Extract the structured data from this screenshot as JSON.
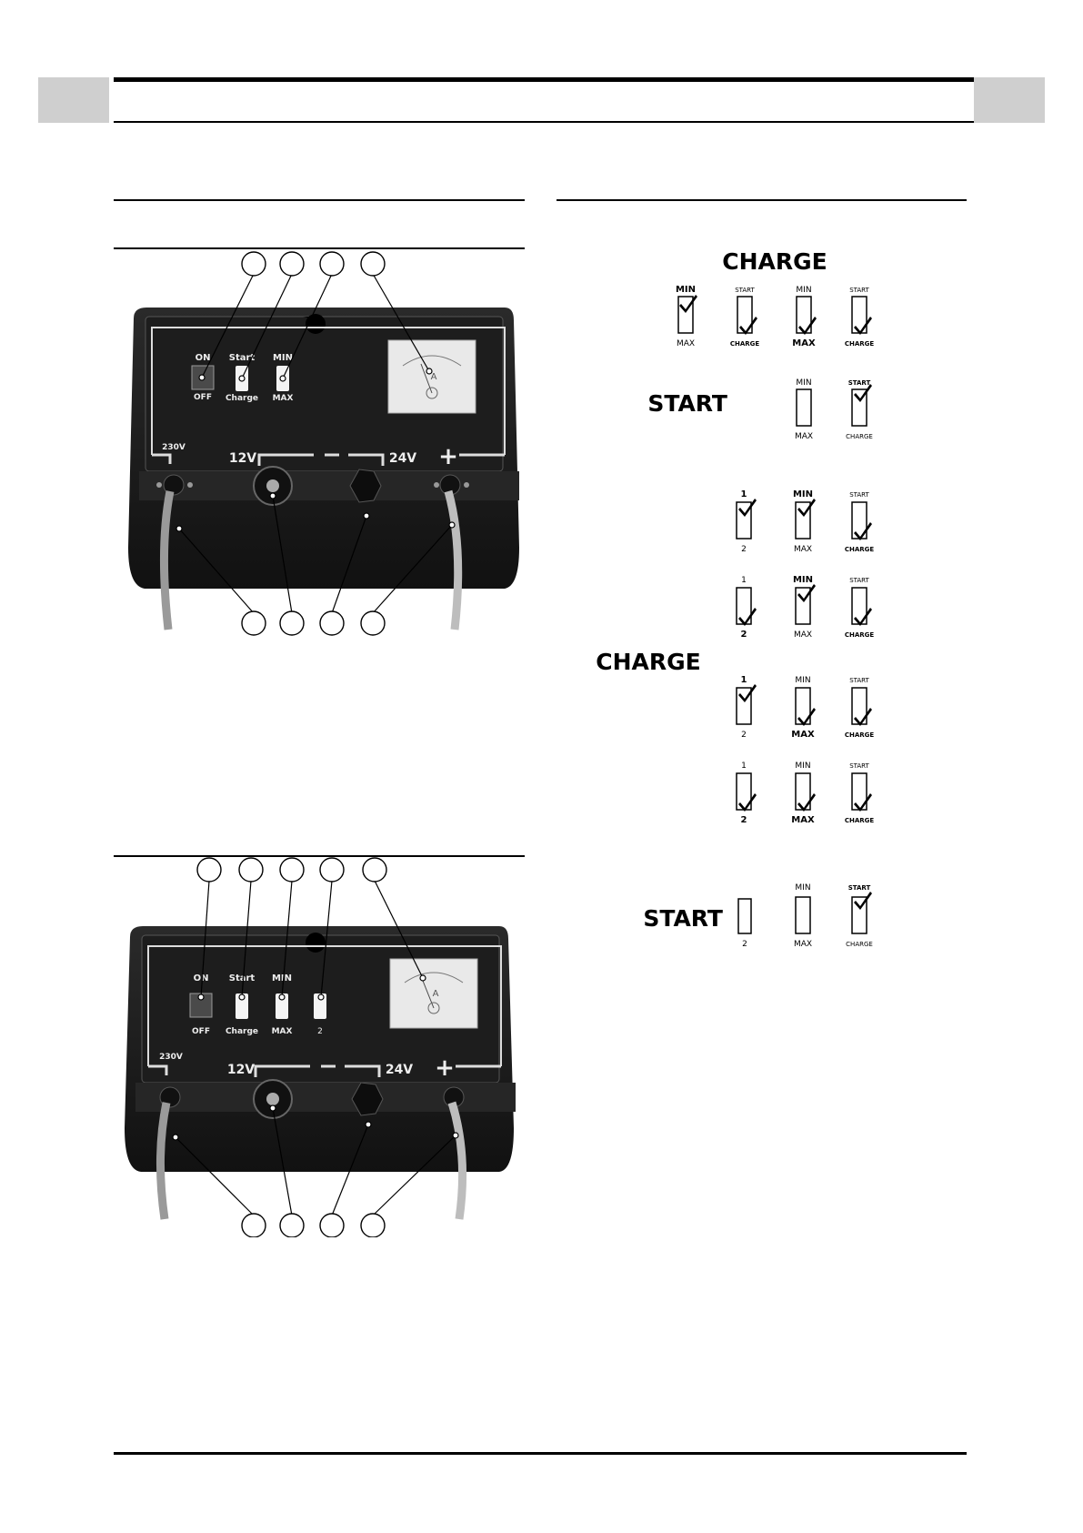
{
  "device_labels": {
    "on": "ON",
    "off": "OFF",
    "start": "Start",
    "charge": "Charge",
    "min": "MIN",
    "max": "MAX",
    "two": "2",
    "v230": "230V",
    "v12": "12V",
    "v24": "24V",
    "plus": "+",
    "meter_a": "A"
  },
  "guide": {
    "charge_title": "CHARGE",
    "start_title": "START",
    "switch_labels": {
      "min": "MIN",
      "max": "MAX",
      "start": "START",
      "charge": "CHARGE",
      "one": "1",
      "two": "2"
    }
  }
}
